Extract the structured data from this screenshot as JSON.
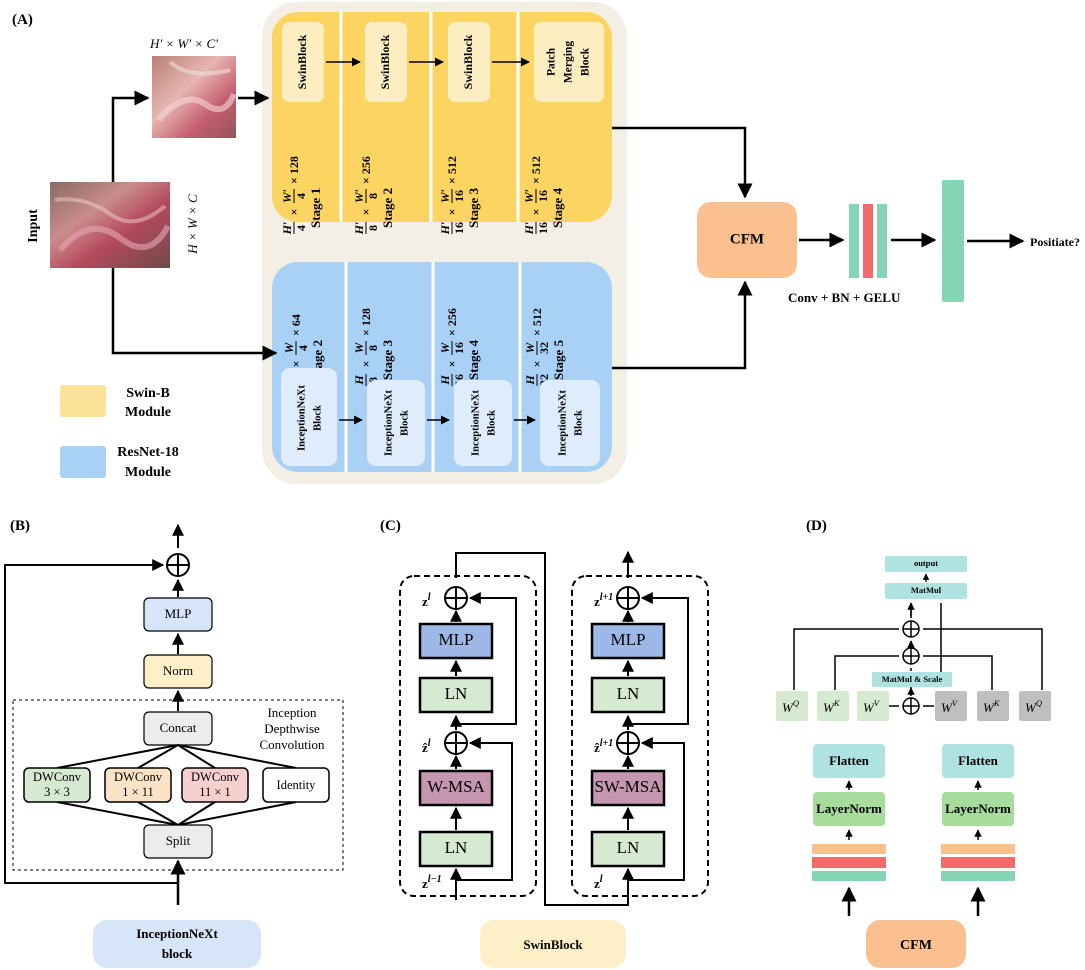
{
  "panels": {
    "a": "(A)",
    "b": "(B)",
    "c": "(C)",
    "d": "(D)"
  },
  "panel_a": {
    "input_label": "Input",
    "input_dims": "H × W × C",
    "resized_dims": "H′ × W′ × C′",
    "swin_blocks": [
      "SwinBlock",
      "SwinBlock",
      "SwinBlock"
    ],
    "patch_merging": [
      "Patch",
      "Merging",
      "Block"
    ],
    "swin_stages": [
      {
        "stage": "Stage 1",
        "dim_h": "H′",
        "dim_hd": "4",
        "dim_w": "W′",
        "dim_wd": "4",
        "ch": "× 128"
      },
      {
        "stage": "Stage 2",
        "dim_h": "H′",
        "dim_hd": "8",
        "dim_w": "W′",
        "dim_wd": "8",
        "ch": "× 256"
      },
      {
        "stage": "Stage 3",
        "dim_h": "H′",
        "dim_hd": "16",
        "dim_w": "W′",
        "dim_wd": "16",
        "ch": "× 512"
      },
      {
        "stage": "Stage 4",
        "dim_h": "H′",
        "dim_hd": "16",
        "dim_w": "W′",
        "dim_wd": "16",
        "ch": "× 512"
      }
    ],
    "resnet_stages": [
      {
        "stage": "Stage 2",
        "dim_h": "H",
        "dim_hd": "4",
        "dim_w": "W",
        "dim_wd": "4",
        "ch": "× 64"
      },
      {
        "stage": "Stage 3",
        "dim_h": "H",
        "dim_hd": "8",
        "dim_w": "W",
        "dim_wd": "8",
        "ch": "× 128"
      },
      {
        "stage": "Stage 4",
        "dim_h": "H",
        "dim_hd": "16",
        "dim_w": "W",
        "dim_wd": "16",
        "ch": "× 256"
      },
      {
        "stage": "Stage 5",
        "dim_h": "H",
        "dim_hd": "32",
        "dim_w": "W",
        "dim_wd": "32",
        "ch": "× 512"
      }
    ],
    "inception_block": [
      "InceptionNeXt",
      "Block"
    ],
    "cfm": "CFM",
    "conv_bn_gelu": "Conv + BN + GELU",
    "output": "Positiate?",
    "legend": [
      {
        "line1": "Swin-B",
        "line2": "Module",
        "color": "#fde39a"
      },
      {
        "line1": "ResNet-18",
        "line2": "Module",
        "color": "#a9d1f6"
      }
    ]
  },
  "panel_b": {
    "mlp": "MLP",
    "norm": "Norm",
    "concat": "Concat",
    "caption": [
      "Inception",
      "Depthwise",
      "Convolution"
    ],
    "branches": [
      {
        "line1": "DWConv",
        "line2": "3 × 3",
        "color": "#d5ead0"
      },
      {
        "line1": "DWConv",
        "line2": "1 × 11",
        "color": "#fbe3c8"
      },
      {
        "line1": "DWConv",
        "line2": "11 × 1",
        "color": "#f6d0cf"
      },
      {
        "line1": "Identity",
        "line2": "",
        "color": "#ffffff"
      }
    ],
    "split": "Split",
    "footer": [
      "InceptionNeXt",
      "block"
    ]
  },
  "panel_c": {
    "left": {
      "mlp": "MLP",
      "ln1": "LN",
      "msa": "W-MSA",
      "ln2": "LN",
      "z_out": "z",
      "z_out_sup": "l",
      "z_hat": "ẑ",
      "z_hat_sup": "l",
      "z_in": "z",
      "z_in_sup": "l−1"
    },
    "right": {
      "mlp": "MLP",
      "ln1": "LN",
      "msa": "SW-MSA",
      "ln2": "LN",
      "z_out": "z",
      "z_out_sup": "l+1",
      "z_hat": "ẑ",
      "z_hat_sup": "l+1",
      "z_in": "z",
      "z_in_sup": "l"
    },
    "footer": "SwinBlock"
  },
  "panel_d": {
    "output": "output",
    "matmul": "MatMul",
    "matmul_scale": "MatMul & Scale",
    "weights": [
      {
        "base": "W",
        "sup": "Q",
        "color": "#d5ead0"
      },
      {
        "base": "W",
        "sup": "K",
        "color": "#d5ead0"
      },
      {
        "base": "W",
        "sup": "V",
        "color": "#d5ead0"
      },
      {
        "base": "W",
        "sup": "V",
        "color": "#bfbfbf"
      },
      {
        "base": "W",
        "sup": "K",
        "color": "#bfbfbf"
      },
      {
        "base": "W",
        "sup": "Q",
        "color": "#bfbfbf"
      }
    ],
    "flatten": "Flatten",
    "layernorm": "LayerNorm",
    "footer": "CFM"
  },
  "colors": {
    "swin": "#fcd462",
    "swin_block": "#fdeec2",
    "resnet": "#a9d1f6",
    "resnet_block": "#deecfb",
    "background_panel": "#f4efe4",
    "cfm": "#fbc08f",
    "teal": "#85d5b5",
    "red": "#f26b6b",
    "mlp_blue": "#9db7e6",
    "ln_green": "#d5ead0",
    "msa_purple": "#c697b0",
    "light_teal": "#aee3e1"
  }
}
